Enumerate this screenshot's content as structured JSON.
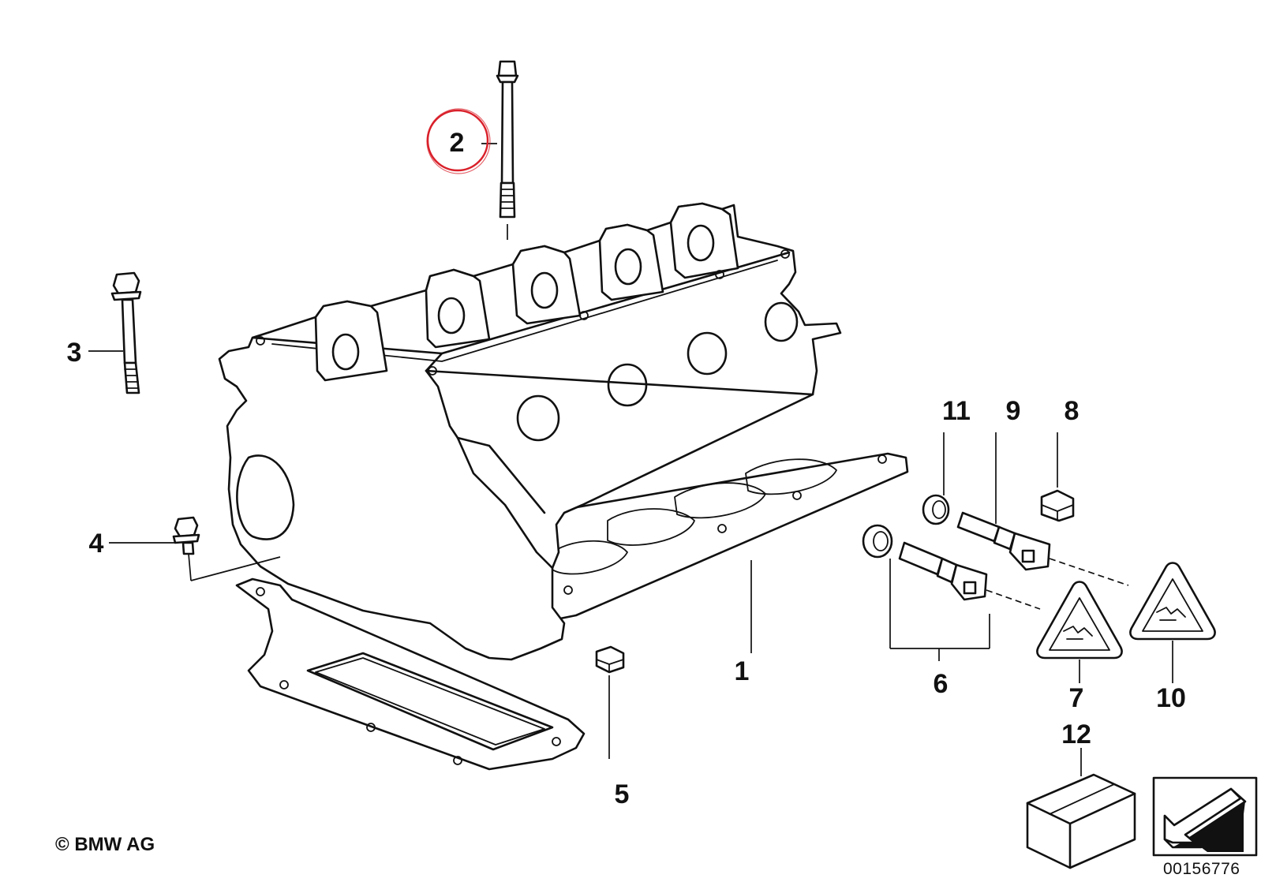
{
  "diagram": {
    "callouts": [
      {
        "id": "1",
        "label": "1"
      },
      {
        "id": "2",
        "label": "2"
      },
      {
        "id": "3",
        "label": "3"
      },
      {
        "id": "4",
        "label": "4"
      },
      {
        "id": "5",
        "label": "5"
      },
      {
        "id": "6",
        "label": "6"
      },
      {
        "id": "7",
        "label": "7"
      },
      {
        "id": "8",
        "label": "8"
      },
      {
        "id": "9",
        "label": "9"
      },
      {
        "id": "10",
        "label": "10"
      },
      {
        "id": "11",
        "label": "11"
      },
      {
        "id": "12",
        "label": "12"
      }
    ],
    "highlighted_callout": "2",
    "highlight_color": "#d9202a",
    "line_color": "#111111",
    "copyright": "© BMW AG",
    "reference_number": "00156776",
    "icons": [
      "cylinder-head-part",
      "head-bolt-part",
      "gasket-part",
      "temperature-sensor-part",
      "warning-triangle-icon",
      "package-box-icon",
      "navigation-arrow-icon"
    ]
  }
}
